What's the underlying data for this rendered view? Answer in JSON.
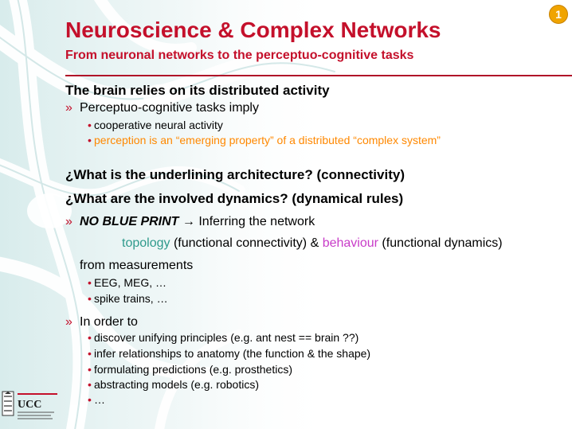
{
  "badge": "1",
  "title": "Neuroscience & Complex Networks",
  "subtitle": "From neuronal networks to the perceptuo-cognitive tasks",
  "section1": {
    "heading": "The brain relies on its distributed activity",
    "marker": "»",
    "point": "Perceptuo-cognitive tasks imply",
    "sub1": "cooperative neural activity",
    "sub2": "perception is an “emerging property” of a distributed “complex system”"
  },
  "questions": {
    "q1": "¿What is the underlining architecture? (connectivity)",
    "q2": "¿What are the involved dynamics? (dynamical rules)"
  },
  "blueprint": {
    "marker": "»",
    "label": "NO BLUE PRINT",
    "arrow": " → ",
    "text": "Inferring the network",
    "topology": "topology",
    "topology_rest": " (functional connectivity) & ",
    "behaviour": "behaviour",
    "behaviour_rest": " (functional dynamics)",
    "from": "from measurements",
    "items": [
      "EEG, MEG, …",
      "spike trains, …"
    ]
  },
  "order": {
    "marker": "»",
    "text": "In order to",
    "items": [
      "discover unifying principles (e.g. ant nest == brain ??)",
      "infer relationships to anatomy (the function & the shape)",
      "formulating predictions (e.g. prosthetics)",
      "abstracting models (e.g. robotics)",
      "…"
    ]
  },
  "bullet": "•",
  "logo": {
    "text": "UCC"
  }
}
